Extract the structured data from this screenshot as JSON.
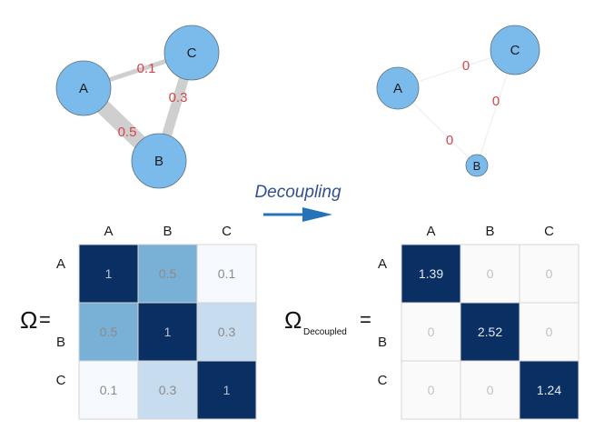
{
  "colors": {
    "node_fill": "#7bbbec",
    "node_stroke": "#5f6f7f",
    "edge_label": "#d2464b",
    "edge_coupled": "#cfcfcf",
    "edge_decoupled": "#ececec",
    "arrow": "#2472b8",
    "decoupling_text": "#33508f",
    "cell_text_dark_bg": "#b7c3d3",
    "cell_text_light_bg": "#8c8c8c",
    "cell_text_zero": "#c2c2c2",
    "cell_border": "#d5d5d5"
  },
  "coupled_graph": {
    "nodes": [
      {
        "id": "A",
        "label": "A"
      },
      {
        "id": "B",
        "label": "B"
      },
      {
        "id": "C",
        "label": "C"
      }
    ],
    "edges": [
      {
        "from": "A",
        "to": "C",
        "label": "0.1",
        "weight": 0.1
      },
      {
        "from": "B",
        "to": "C",
        "label": "0.3",
        "weight": 0.3
      },
      {
        "from": "A",
        "to": "B",
        "label": "0.5",
        "weight": 0.5
      }
    ]
  },
  "decoupled_graph": {
    "nodes": [
      {
        "id": "A",
        "label": "A"
      },
      {
        "id": "B",
        "label": "B"
      },
      {
        "id": "C",
        "label": "C"
      }
    ],
    "edges": [
      {
        "from": "A",
        "to": "C",
        "label": "0"
      },
      {
        "from": "B",
        "to": "C",
        "label": "0"
      },
      {
        "from": "A",
        "to": "B",
        "label": "0"
      }
    ]
  },
  "transition": {
    "label": "Decoupling"
  },
  "left_matrix": {
    "symbol": "Ω",
    "equals": "=",
    "col_headers": [
      "A",
      "B",
      "C"
    ],
    "row_headers": [
      "A",
      "B",
      "C"
    ],
    "values": [
      [
        "1",
        "0.5",
        "0.1"
      ],
      [
        "0.5",
        "1",
        "0.3"
      ],
      [
        "0.1",
        "0.3",
        "1"
      ]
    ],
    "fills": [
      [
        "#0a2f63",
        "#79b0d5",
        "#f6f9fd"
      ],
      [
        "#79b0d5",
        "#0a2f63",
        "#c7dcee"
      ],
      [
        "#f6f9fd",
        "#c7dcee",
        "#0a2f63"
      ]
    ]
  },
  "right_matrix": {
    "symbol": "Ω",
    "subscript": "Decoupled",
    "equals": "=",
    "col_headers": [
      "A",
      "B",
      "C"
    ],
    "row_headers": [
      "A",
      "B",
      "C"
    ],
    "values": [
      [
        "1.39",
        "0",
        "0"
      ],
      [
        "0",
        "2.52",
        "0"
      ],
      [
        "0",
        "0",
        "1.24"
      ]
    ],
    "fills": [
      [
        "#0a2f63",
        "#fafafa",
        "#fafafa"
      ],
      [
        "#fafafa",
        "#0a2f63",
        "#fafafa"
      ],
      [
        "#fafafa",
        "#fafafa",
        "#0a2f63"
      ]
    ]
  }
}
